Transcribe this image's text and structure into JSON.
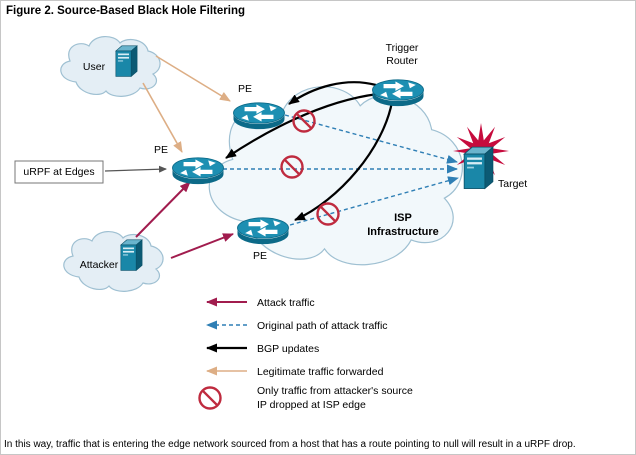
{
  "figure": {
    "title": "Figure 2. Source-Based Black Hole Filtering",
    "caption": "In this way, traffic that is entering the edge network sourced from a host that has a route pointing to null will result in a uRPF drop."
  },
  "diagram": {
    "user_cloud_label": "User",
    "attacker_cloud_label": "Attacker",
    "urpf_box_label": "uRPF at Edges",
    "pe_top_label": "PE",
    "pe_middle_label": "PE",
    "pe_bottom_label": "PE",
    "trigger_router_label_line1": "Trigger",
    "trigger_router_label_line2": "Router",
    "target_label": "Target",
    "isp_label_line1": "ISP",
    "isp_label_line2": "Infrastructure"
  },
  "legend": {
    "attack_traffic": "Attack traffic",
    "original_path": "Original path of attack traffic",
    "bgp_updates": "BGP updates",
    "legitimate_traffic": "Legitimate traffic forwarded",
    "drop_note_line1": "Only traffic from attacker's source",
    "drop_note_line2": "IP dropped at ISP edge"
  },
  "colors": {
    "attack_traffic": "#a11c4e",
    "original_path": "#2f7fb5",
    "bgp_updates": "#000000",
    "legitimate_traffic": "#ddae85",
    "prohibition_sign": "#bf2b3f",
    "explosion": "#c60b3d",
    "cloud_fill": "#e4eef5",
    "isp_cloud_fill": "#f2f8fb",
    "cloud_stroke": "#9fc0d2",
    "device": "#1d8fb2"
  }
}
